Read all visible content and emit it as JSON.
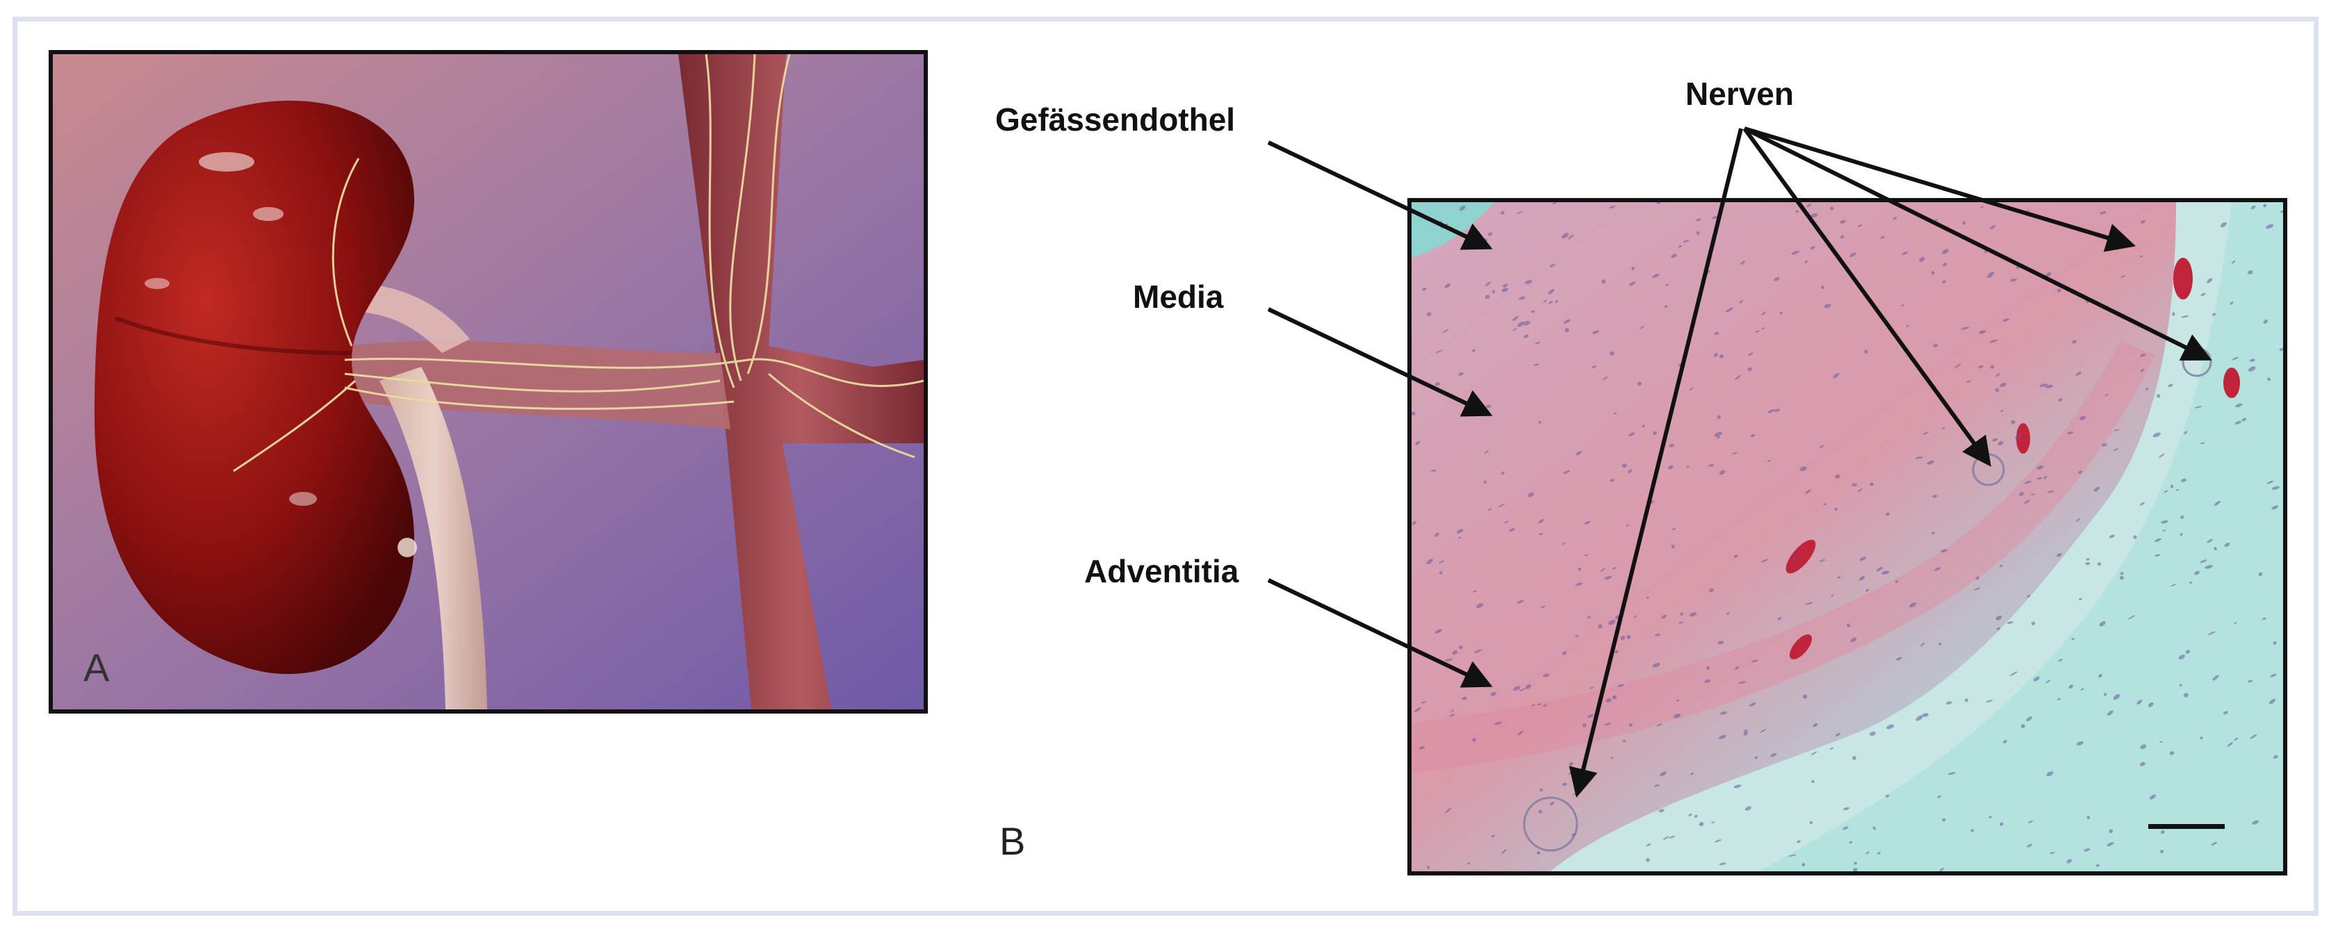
{
  "panel_a": {
    "letter": "A"
  },
  "panel_b": {
    "letter": "B",
    "labels": {
      "gefaessendothel": "Gefässendothel",
      "media": "Media",
      "adventitia": "Adventitia",
      "nerven": "Nerven"
    }
  },
  "colors": {
    "frame_border": "#dde2ee",
    "kidney": "#8e1414",
    "nerve": "#e6d79a",
    "tissue_pink": "#d9a3b6",
    "tissue_cyan": "#a9dcd8"
  }
}
